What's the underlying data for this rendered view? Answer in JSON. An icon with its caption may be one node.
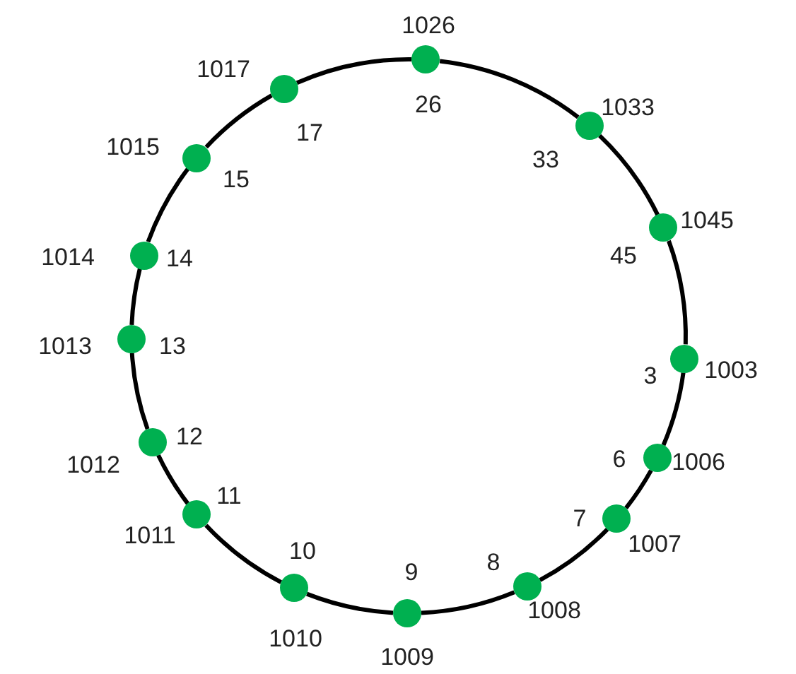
{
  "diagram": {
    "nodes": [
      {
        "text": [],
        "shape": "circle",
        "beside": [
          "1026",
          "26"
        ]
      },
      {
        "text": [],
        "shape": "circle",
        "beside": [
          "1033",
          "33"
        ]
      },
      {
        "text": [],
        "shape": "circle",
        "beside": [
          "1045",
          "45"
        ]
      },
      {
        "text": [],
        "shape": "circle",
        "beside": [
          "1003",
          "3"
        ]
      },
      {
        "text": [],
        "shape": "circle",
        "beside": [
          "1006",
          "6"
        ]
      },
      {
        "text": [],
        "shape": "circle",
        "beside": [
          "1007",
          "7"
        ]
      },
      {
        "text": [],
        "shape": "circle",
        "beside": [
          "1008",
          "8"
        ]
      },
      {
        "text": [],
        "shape": "circle",
        "beside": [
          "1009",
          "9"
        ]
      },
      {
        "text": [],
        "shape": "circle",
        "beside": [
          "1010",
          "10"
        ]
      },
      {
        "text": [],
        "shape": "circle",
        "beside": [
          "1011",
          "11"
        ]
      },
      {
        "text": [],
        "shape": "circle",
        "beside": [
          "1012",
          "12"
        ]
      },
      {
        "text": [],
        "shape": "circle",
        "beside": [
          "1013",
          "13"
        ]
      },
      {
        "text": [],
        "shape": "circle",
        "beside": [
          "1014",
          "14"
        ]
      },
      {
        "text": [],
        "shape": "circle",
        "beside": [
          "1015",
          "15"
        ]
      },
      {
        "text": [],
        "shape": "circle",
        "beside": [
          "1017",
          "17"
        ]
      }
    ],
    "edges": [
      {
        "from": 0,
        "to": 1,
        "arrow": "none"
      },
      {
        "from": 1,
        "to": 2,
        "arrow": "none"
      },
      {
        "from": 2,
        "to": 3,
        "arrow": "none"
      },
      {
        "from": 3,
        "to": 4,
        "arrow": "none"
      },
      {
        "from": 4,
        "to": 5,
        "arrow": "none"
      },
      {
        "from": 5,
        "to": 6,
        "arrow": "none"
      },
      {
        "from": 6,
        "to": 7,
        "arrow": "none"
      },
      {
        "from": 7,
        "to": 8,
        "arrow": "none"
      },
      {
        "from": 8,
        "to": 9,
        "arrow": "none"
      },
      {
        "from": 9,
        "to": 10,
        "arrow": "none"
      },
      {
        "from": 10,
        "to": 11,
        "arrow": "none"
      },
      {
        "from": 11,
        "to": 12,
        "arrow": "none"
      },
      {
        "from": 12,
        "to": 13,
        "arrow": "none"
      },
      {
        "from": 13,
        "to": 14,
        "arrow": "none"
      },
      {
        "from": 14,
        "to": 0,
        "arrow": "none"
      }
    ]
  }
}
